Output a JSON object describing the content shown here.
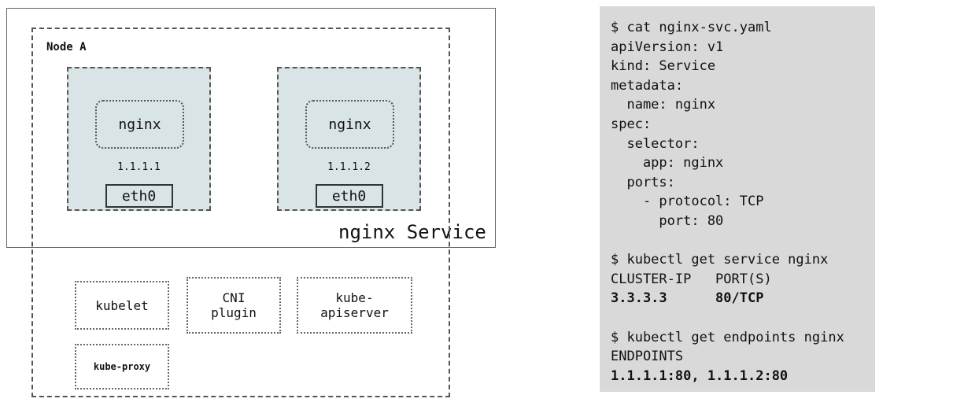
{
  "diagram": {
    "service_label": "nginx Service",
    "node_label": "Node A",
    "pods": [
      {
        "name": "nginx",
        "ip": "1.1.1.1",
        "interface": "eth0"
      },
      {
        "name": "nginx",
        "ip": "1.1.1.2",
        "interface": "eth0"
      }
    ],
    "components": {
      "kubelet": "kubelet",
      "cni": "CNI plugin",
      "apiserver": "kube-apiserver",
      "kubeproxy": "kube-proxy"
    },
    "colors": {
      "pod_fill": "#d9e4e6",
      "terminal_bg": "#d9d9d9"
    }
  },
  "terminal": {
    "lines": [
      {
        "text": "$ cat nginx-svc.yaml"
      },
      {
        "text": "apiVersion: v1"
      },
      {
        "text": "kind: Service"
      },
      {
        "text": "metadata:"
      },
      {
        "text": "  name: nginx"
      },
      {
        "text": "spec:"
      },
      {
        "text": "  selector:"
      },
      {
        "text": "    app: nginx"
      },
      {
        "text": "  ports:"
      },
      {
        "text": "    - protocol: TCP"
      },
      {
        "text": "      port: 80"
      },
      {
        "text": ""
      },
      {
        "text": "$ kubectl get service nginx"
      },
      {
        "text": "CLUSTER-IP   PORT(S)"
      },
      {
        "text": "3.3.3.3      80/TCP"
      },
      {
        "text": ""
      },
      {
        "text": "$ kubectl get endpoints nginx"
      },
      {
        "text": "ENDPOINTS"
      },
      {
        "text": "1.1.1.1:80, 1.1.1.2:80"
      }
    ]
  }
}
